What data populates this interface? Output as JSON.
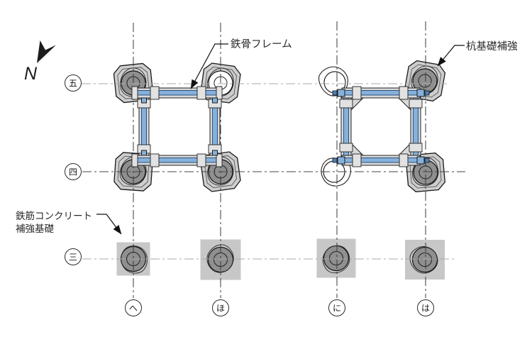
{
  "page": {
    "background": "#ffffff"
  },
  "north_arrow": {
    "label": "N"
  },
  "callouts": {
    "steel_frame": {
      "text": "鉄骨フレーム"
    },
    "pile_reinforcement": {
      "text": "杭基礎補強"
    },
    "rc_reinforced_foundation": {
      "line1": "鉄筋コンクリート",
      "line2": "補強基礎"
    }
  },
  "grid_axes": {
    "rows": [
      {
        "label": "五"
      },
      {
        "label": "四"
      },
      {
        "label": "三"
      }
    ],
    "columns": [
      {
        "label": "へ"
      },
      {
        "label": "ほ"
      },
      {
        "label": "に"
      },
      {
        "label": "は"
      }
    ]
  },
  "colors": {
    "steel_blue": "#85b1da",
    "steel_blue_dark": "#2b4f7e",
    "concrete_gray": "#cecece",
    "pile_gray": "#8f8f8f",
    "pad_gray": "#c7c7c7",
    "centerline_dark": "#3a3a3a",
    "centerline_light": "#a8a8a8",
    "ink": "#1a1a1a"
  }
}
